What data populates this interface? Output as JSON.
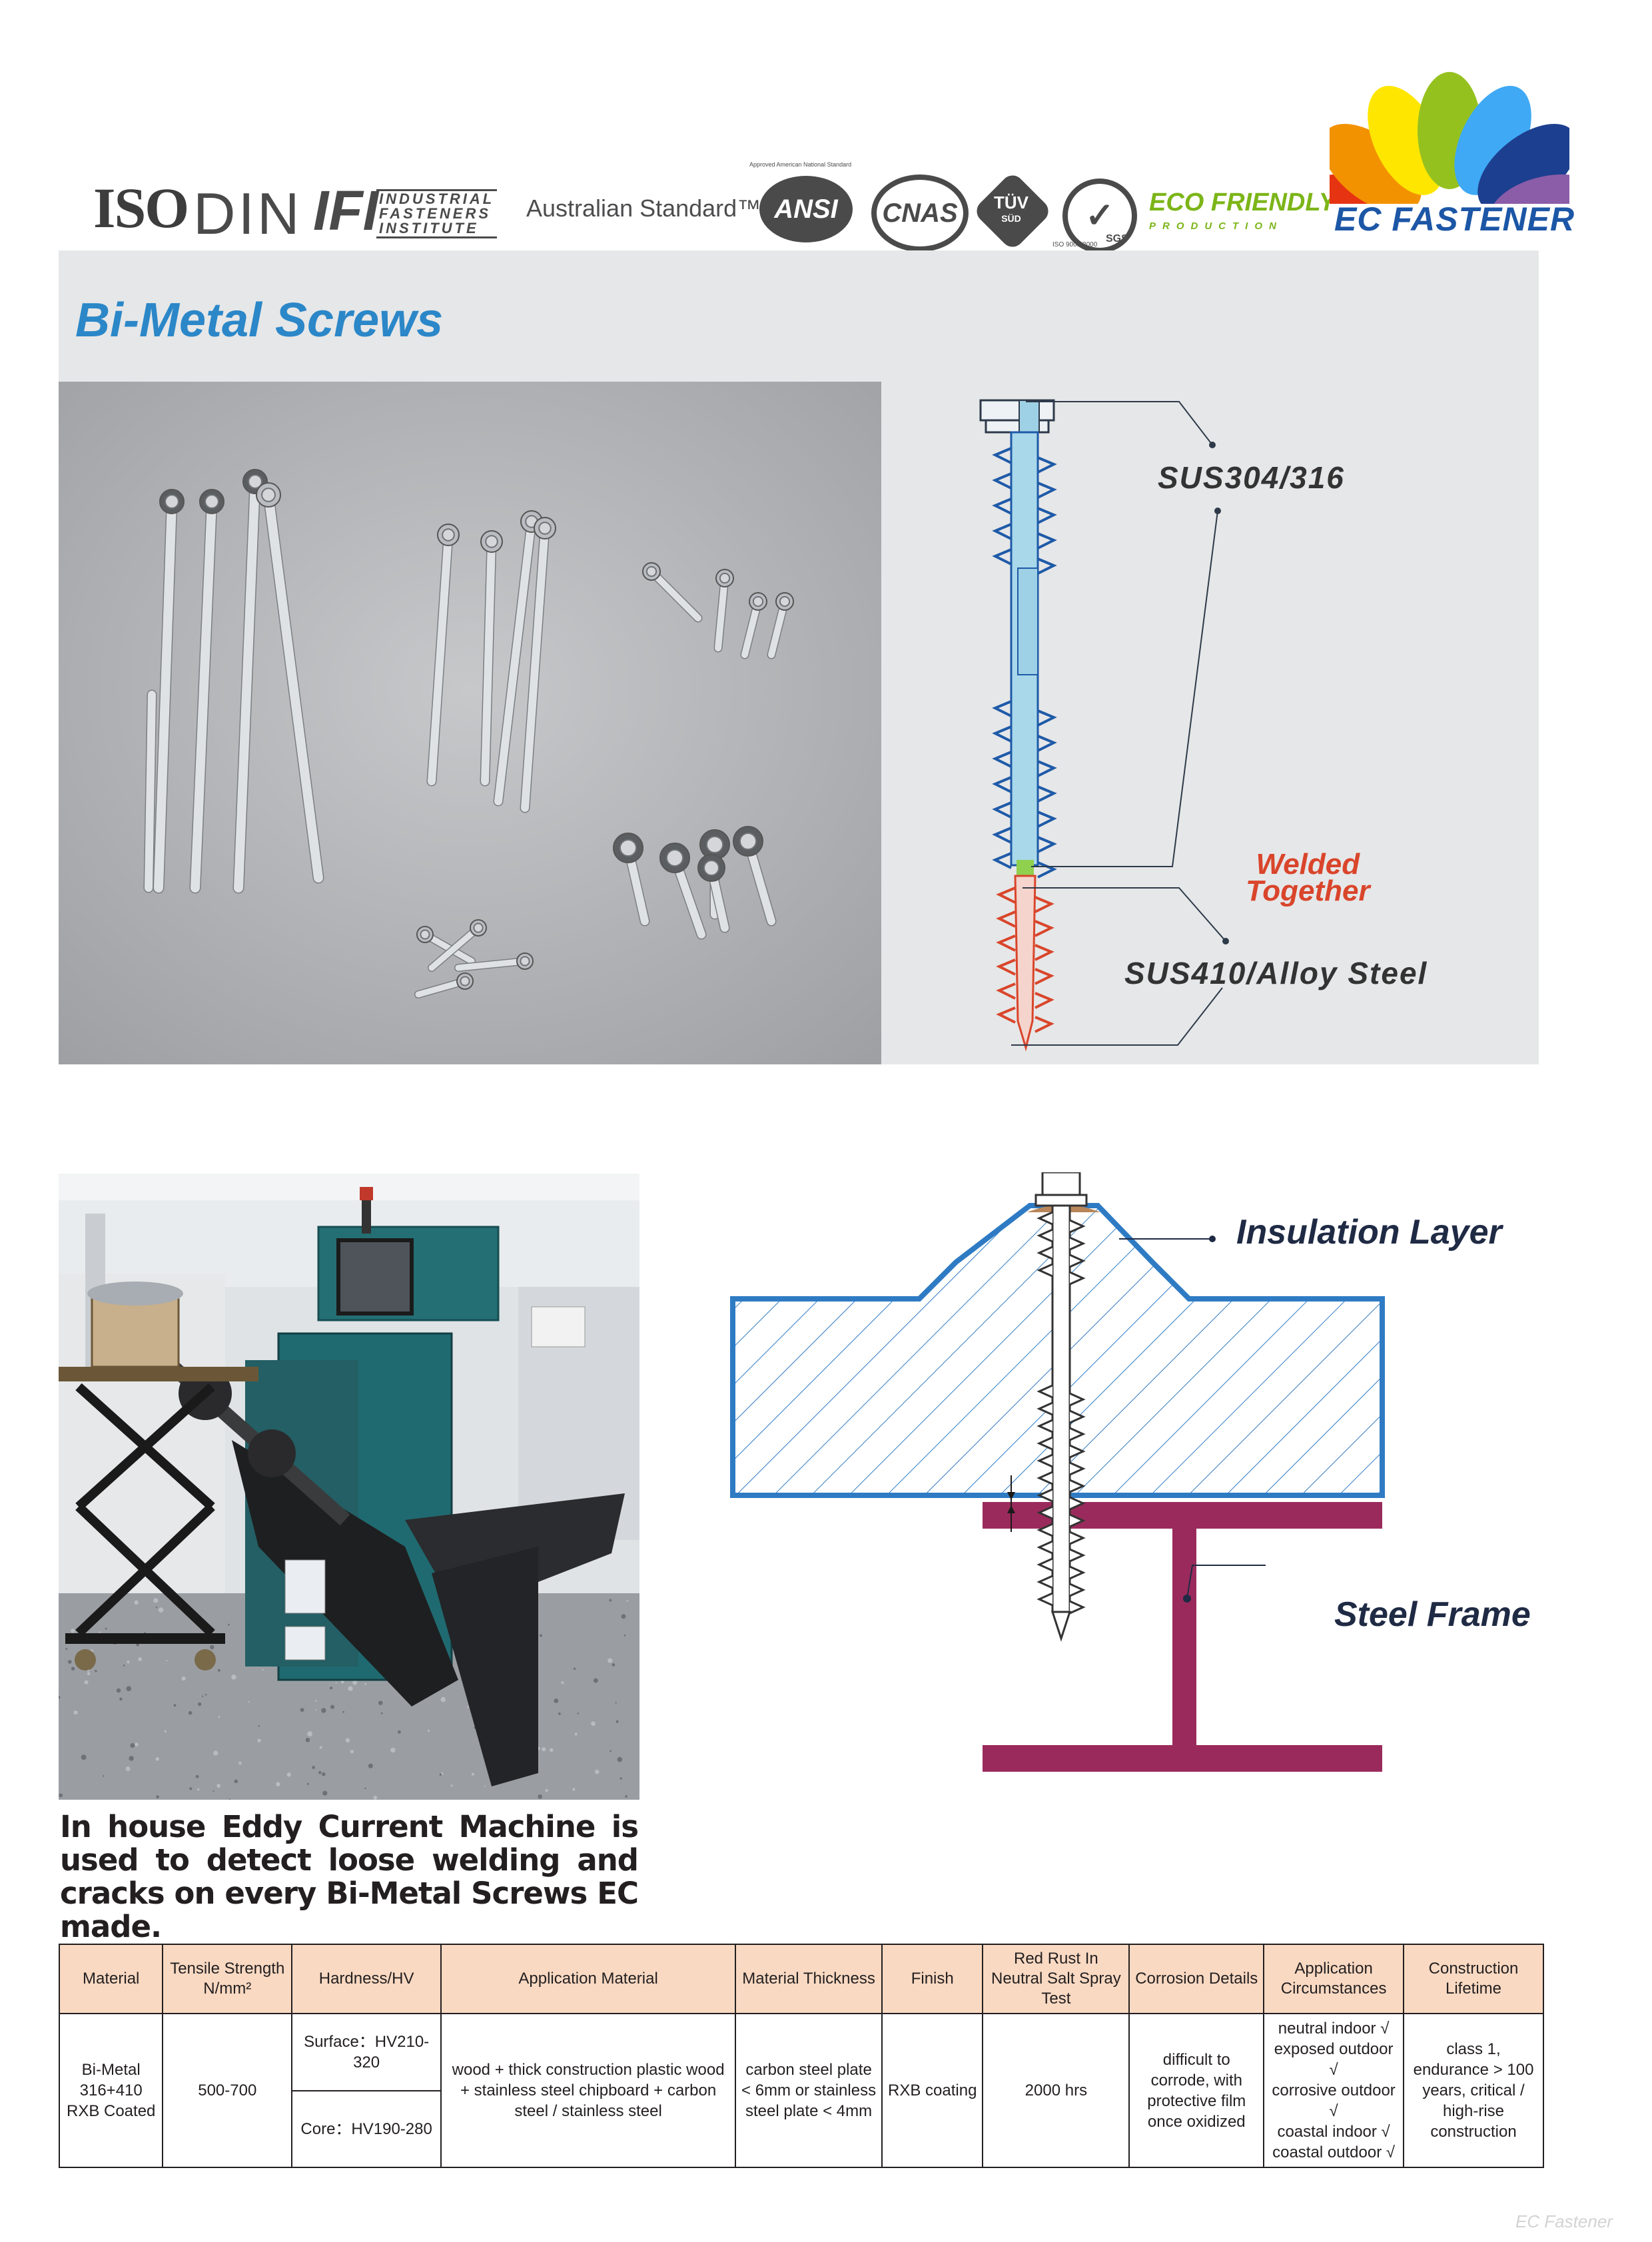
{
  "brand": {
    "name": "EC Fastener",
    "fan_colors": [
      "#e63312",
      "#f39200",
      "#ffe600",
      "#95c11f",
      "#3fa9f5",
      "#1d3f8f",
      "#8b5ca8"
    ]
  },
  "certifications": {
    "iso": "ISO",
    "din": "DIN",
    "ifi_mark": "IFI",
    "ifi_text": [
      "INDUSTRIAL",
      "FASTENERS",
      "INSTITUTE"
    ],
    "australian": "Australian Standard™",
    "ansi": "ANSI",
    "ansi_ring": "Approved American National Standard",
    "cnas": "CNAS",
    "tuv": "TÜV",
    "tuv_sub": "SÜD",
    "sgs": "SGS",
    "iso9001": "ISO 9001:2000",
    "eco": "ECO FRIENDLY",
    "eco_sub": "PRODUCTION"
  },
  "section1": {
    "title": "Bi-Metal Screws",
    "label_top": "SUS304/316",
    "welded_line1": "Welded",
    "welded_line2": "Together",
    "label_bottom": "SUS410/Alloy Steel"
  },
  "section2": {
    "caption": "In house Eddy Current Machine is used to detect loose welding and cracks on every Bi-Metal Screws EC made.",
    "insulation_label": "Insulation Layer",
    "steel_label": "Steel Frame"
  },
  "table": {
    "headers": [
      "Material",
      "Tensile Strength N/mm²",
      "Hardness/HV",
      "Application Material",
      "Material Thickness",
      "Finish",
      "Red Rust In Neutral Salt Spray Test",
      "Corrosion Details",
      "Application Circumstances",
      "Construction Lifetime"
    ],
    "material": "Bi-Metal 316+410 RXB Coated",
    "tensile": "500-700",
    "hardness_surface": "Surface：HV210-320",
    "hardness_core": "Core：HV190-280",
    "application_material": "wood + thick construction  plastic wood + stainless steel chipboard + carbon steel / stainless steel",
    "thickness": "carbon steel plate < 6mm or stainless steel plate < 4mm",
    "finish": "RXB coating",
    "salt_spray": "2000 hrs",
    "corrosion": "difficult to corrode, with protective film once oxidized",
    "circumstances": [
      "neutral indoor  √",
      "exposed outdoor √",
      "corrosive outdoor √",
      "coastal indoor √",
      "coastal outdoor √"
    ],
    "lifetime": "class 1, endurance > 100 years,  critical / high-rise construction"
  },
  "watermark": "EC Fastener"
}
